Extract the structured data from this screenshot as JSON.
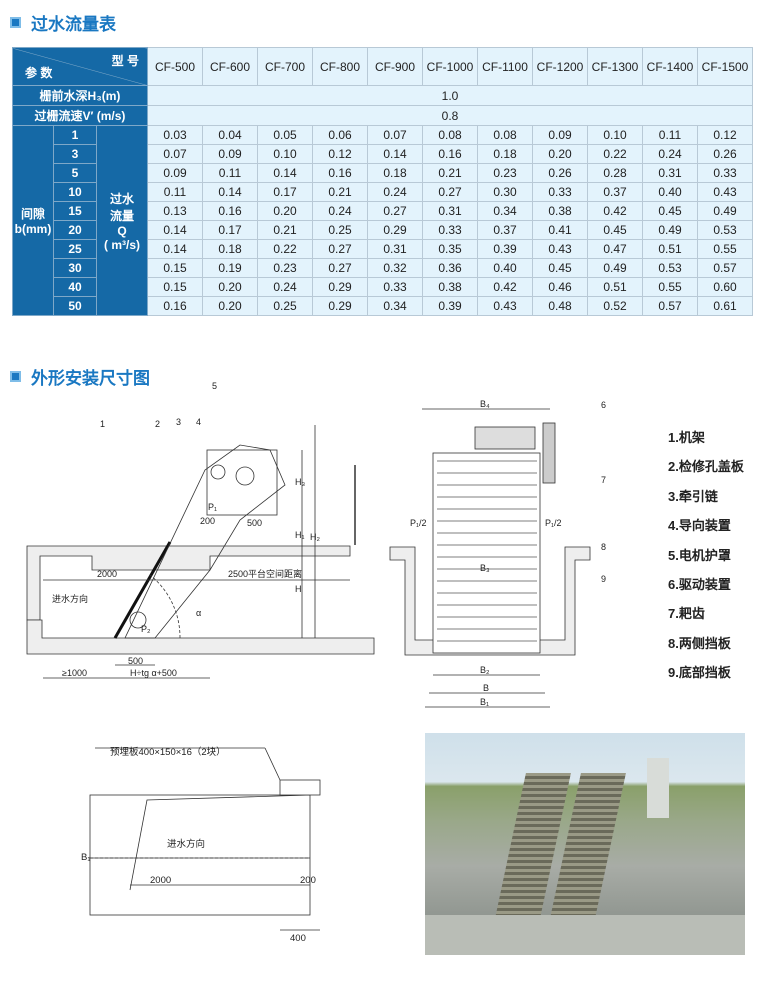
{
  "section1": {
    "title": "过水流量表"
  },
  "table": {
    "corner_model": "型 号",
    "corner_param": "参 数",
    "models": [
      "CF-500",
      "CF-600",
      "CF-700",
      "CF-800",
      "CF-900",
      "CF-1000",
      "CF-1100",
      "CF-1200",
      "CF-1300",
      "CF-1400",
      "CF-1500"
    ],
    "depth_label": "栅前水深H₃(m)",
    "depth_value": "1.0",
    "velocity_label": "过栅流速V′ (m/s)",
    "velocity_value": "0.8",
    "gap_label": "间隙\nb(mm)",
    "flow_label": "过水\n流量\nQ\n( m³/s)",
    "rows": [
      {
        "gap": "1",
        "values": [
          "0.03",
          "0.04",
          "0.05",
          "0.06",
          "0.07",
          "0.08",
          "0.08",
          "0.09",
          "0.10",
          "0.11",
          "0.12"
        ]
      },
      {
        "gap": "3",
        "values": [
          "0.07",
          "0.09",
          "0.10",
          "0.12",
          "0.14",
          "0.16",
          "0.18",
          "0.20",
          "0.22",
          "0.24",
          "0.26"
        ]
      },
      {
        "gap": "5",
        "values": [
          "0.09",
          "0.11",
          "0.14",
          "0.16",
          "0.18",
          "0.21",
          "0.23",
          "0.26",
          "0.28",
          "0.31",
          "0.33"
        ]
      },
      {
        "gap": "10",
        "values": [
          "0.11",
          "0.14",
          "0.17",
          "0.21",
          "0.24",
          "0.27",
          "0.30",
          "0.33",
          "0.37",
          "0.40",
          "0.43"
        ]
      },
      {
        "gap": "15",
        "values": [
          "0.13",
          "0.16",
          "0.20",
          "0.24",
          "0.27",
          "0.31",
          "0.34",
          "0.38",
          "0.42",
          "0.45",
          "0.49"
        ]
      },
      {
        "gap": "20",
        "values": [
          "0.14",
          "0.17",
          "0.21",
          "0.25",
          "0.29",
          "0.33",
          "0.37",
          "0.41",
          "0.45",
          "0.49",
          "0.53"
        ]
      },
      {
        "gap": "25",
        "values": [
          "0.14",
          "0.18",
          "0.22",
          "0.27",
          "0.31",
          "0.35",
          "0.39",
          "0.43",
          "0.47",
          "0.51",
          "0.55"
        ]
      },
      {
        "gap": "30",
        "values": [
          "0.15",
          "0.19",
          "0.23",
          "0.27",
          "0.32",
          "0.36",
          "0.40",
          "0.45",
          "0.49",
          "0.53",
          "0.57"
        ]
      },
      {
        "gap": "40",
        "values": [
          "0.15",
          "0.20",
          "0.24",
          "0.29",
          "0.33",
          "0.38",
          "0.42",
          "0.46",
          "0.51",
          "0.55",
          "0.60"
        ]
      },
      {
        "gap": "50",
        "values": [
          "0.16",
          "0.20",
          "0.25",
          "0.29",
          "0.34",
          "0.39",
          "0.43",
          "0.48",
          "0.52",
          "0.57",
          "0.61"
        ]
      }
    ]
  },
  "section2": {
    "title": "外形安装尺寸图"
  },
  "side_view": {
    "callouts": [
      "1",
      "2",
      "3",
      "4",
      "5"
    ],
    "dim_2000": "2000",
    "dim_platform": "2500平台空间距离",
    "dim_500_top": "500",
    "dim_200": "200",
    "dim_500_bottom": "500",
    "dim_1000": "≥1000",
    "dim_formula": "H÷tg α+500",
    "flow_dir": "进水方向",
    "H": "H",
    "H1": "H₁",
    "H2": "H₂",
    "H3": "H₃",
    "P1": "P₁",
    "P2": "P₂",
    "alpha": "α"
  },
  "front_view": {
    "B4": "B₄",
    "B3": "B₃",
    "B2": "B₂",
    "B": "B",
    "B1": "B₁",
    "P1_left": "P₁/2",
    "P1_right": "P₁/2",
    "callouts": [
      "6",
      "7",
      "8",
      "9"
    ]
  },
  "legend": [
    "1.机架",
    "2.检修孔盖板",
    "3.牵引链",
    "4.导向装置",
    "5.电机护罩",
    "6.驱动装置",
    "7.耙齿",
    "8.两侧挡板",
    "9.底部挡板"
  ],
  "plan_view": {
    "embed_plate": "预埋板400×150×16（2块）",
    "flow_dir": "进水方向",
    "B1": "B₁",
    "dim_2000": "2000",
    "dim_200": "200",
    "dim_400": "400"
  },
  "colors": {
    "accent": "#1a78c2",
    "header_bg": "#1569a6",
    "cell_bg": "#e3f3fc"
  }
}
